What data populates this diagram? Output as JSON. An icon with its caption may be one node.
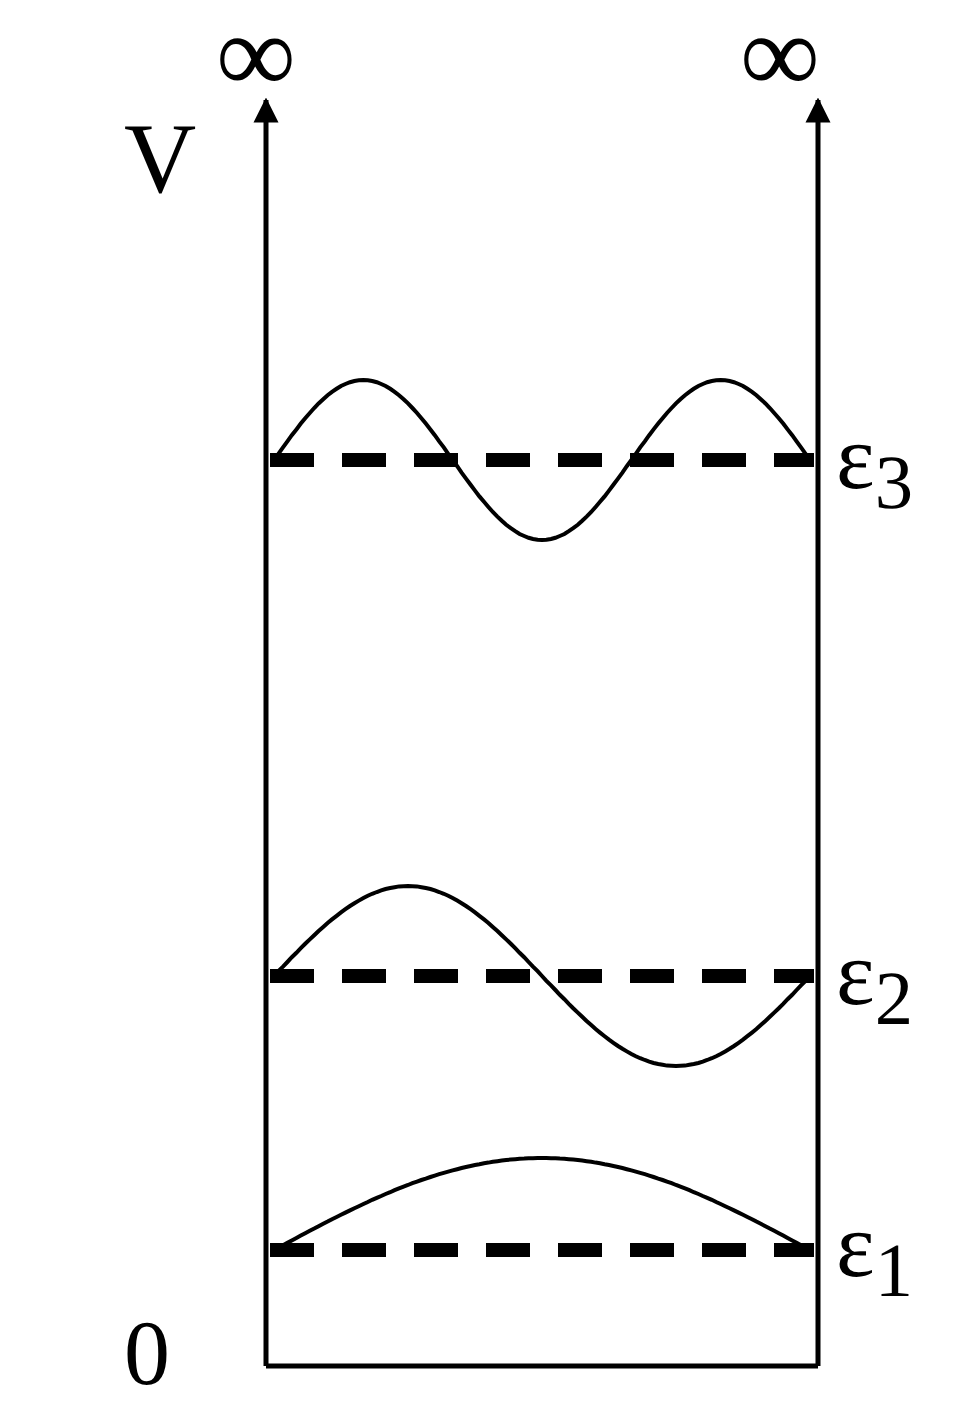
{
  "diagram": {
    "labels": [
      "∞",
      "∞",
      "V",
      "ε$_{3}$",
      "ε$_{2}$",
      "ε$_{1}$",
      "0"
    ]
  }
}
